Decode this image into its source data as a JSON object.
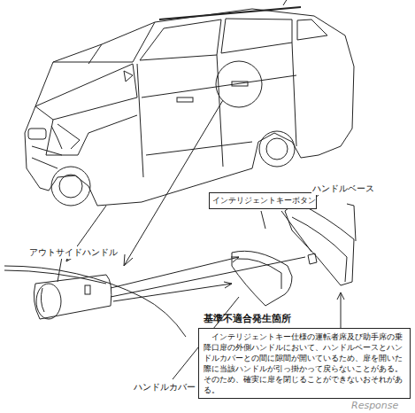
{
  "diagram": {
    "nodes": [
      {
        "text": [
          "インテリジェントキーボタン"
        ]
      },
      {
        "text": [
          "基準不適合発生箇所",
          "インテリジェントキー仕様の運転者席及び助手席の乗降口扉の外側ハンドルにおいて、ハンドルベースとハンドルカバーとの間に隙間が開いているため、扉を開いた際に当該ハンドルが引っ掛かって戻らないことがある。そのため、確実に扉を閉じることができないおそれがある。"
        ]
      }
    ],
    "labels": [
      "アウトサイドハンドル",
      "ハンドルベース",
      "ハンドルカバー",
      "Response"
    ]
  }
}
